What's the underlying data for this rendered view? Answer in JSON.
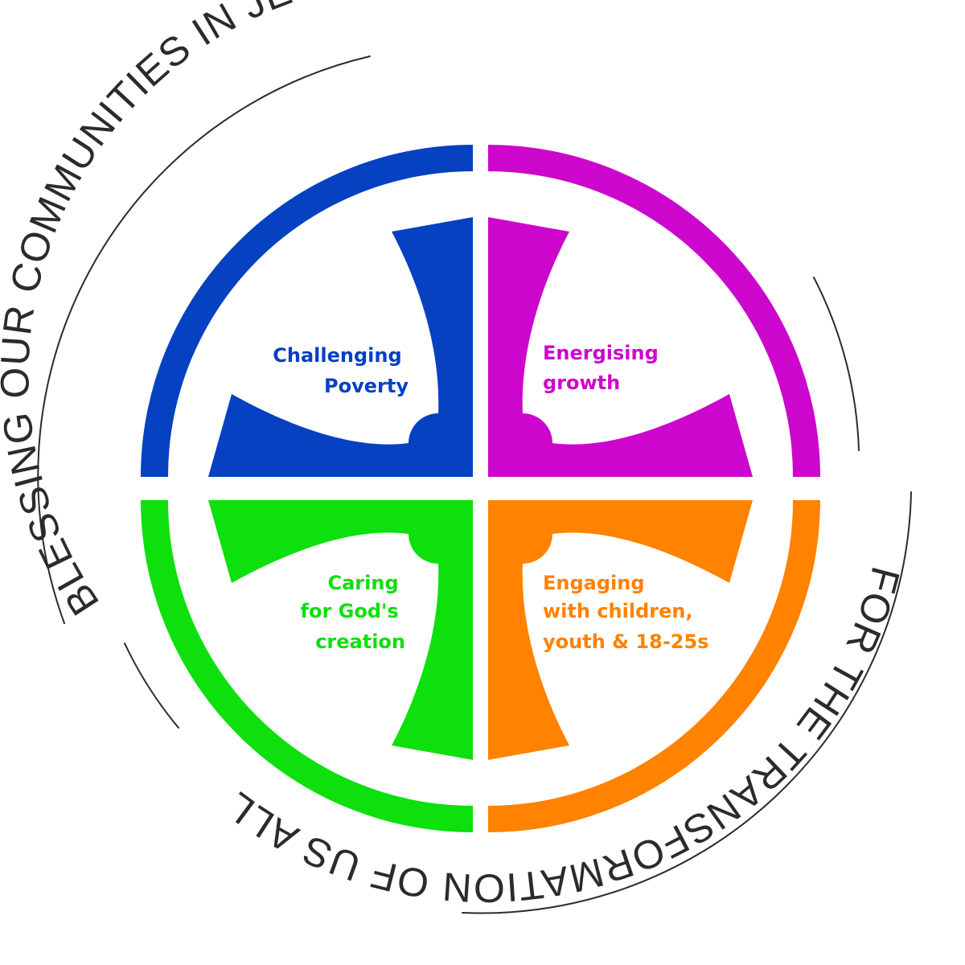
{
  "ring": {
    "top_text": "BLESSING OUR COMMUNITIES IN JESUS' NAME",
    "bottom_text": "FOR THE TRANSFORMATION OF US  ALL"
  },
  "quadrants": {
    "top_left": {
      "lines": [
        "Challenging",
        "Poverty"
      ],
      "color": "#0541C0"
    },
    "top_right": {
      "lines": [
        "Energising",
        "growth"
      ],
      "color": "#CC06CC"
    },
    "bottom_left": {
      "lines": [
        "Caring",
        "for God's",
        "creation"
      ],
      "color": "#0DE00D"
    },
    "bottom_right": {
      "lines": [
        "Engaging",
        "with children,",
        "youth & 18-25s"
      ],
      "color": "#FF8200"
    }
  },
  "colors": {
    "outline": "#2b2b2b",
    "background": "#ffffff"
  }
}
